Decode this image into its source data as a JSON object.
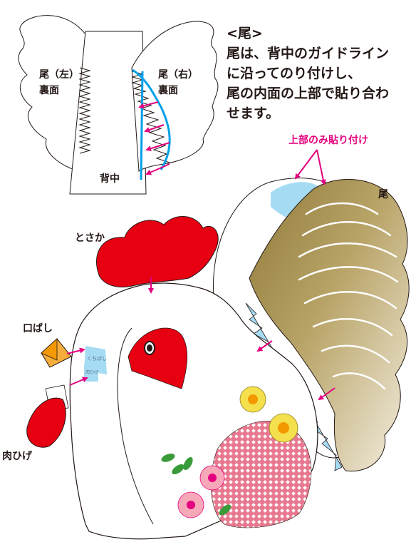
{
  "instructions": {
    "heading": "<尾>",
    "lines": [
      "尾は、背中のガイドライン",
      "に沿ってのり付けし、",
      "尾の内面の上部で貼り合わ",
      "せます。"
    ]
  },
  "diagram": {
    "tail_left_label": [
      "尾（左）",
      "裏面"
    ],
    "tail_right_label": [
      "尾（右）",
      "裏面"
    ],
    "back_label": "背中"
  },
  "labels": {
    "glue_top_only": "上部のみ貼り付け",
    "tail": "尾",
    "comb": "とさか",
    "beak": "口ばし",
    "wattle": "肉ひげ",
    "beak_slot_tag": "くちばし",
    "wattle_slot_tag": "肉ひげ"
  },
  "colors": {
    "arrow": "#e4007f",
    "red": "#e60012",
    "guide_line": "#00a0e9",
    "tab_blue": "#a6dcf3",
    "tail_gold": "#a08a4c",
    "pattern_pink": "#e8788f",
    "outline": "#231815"
  }
}
